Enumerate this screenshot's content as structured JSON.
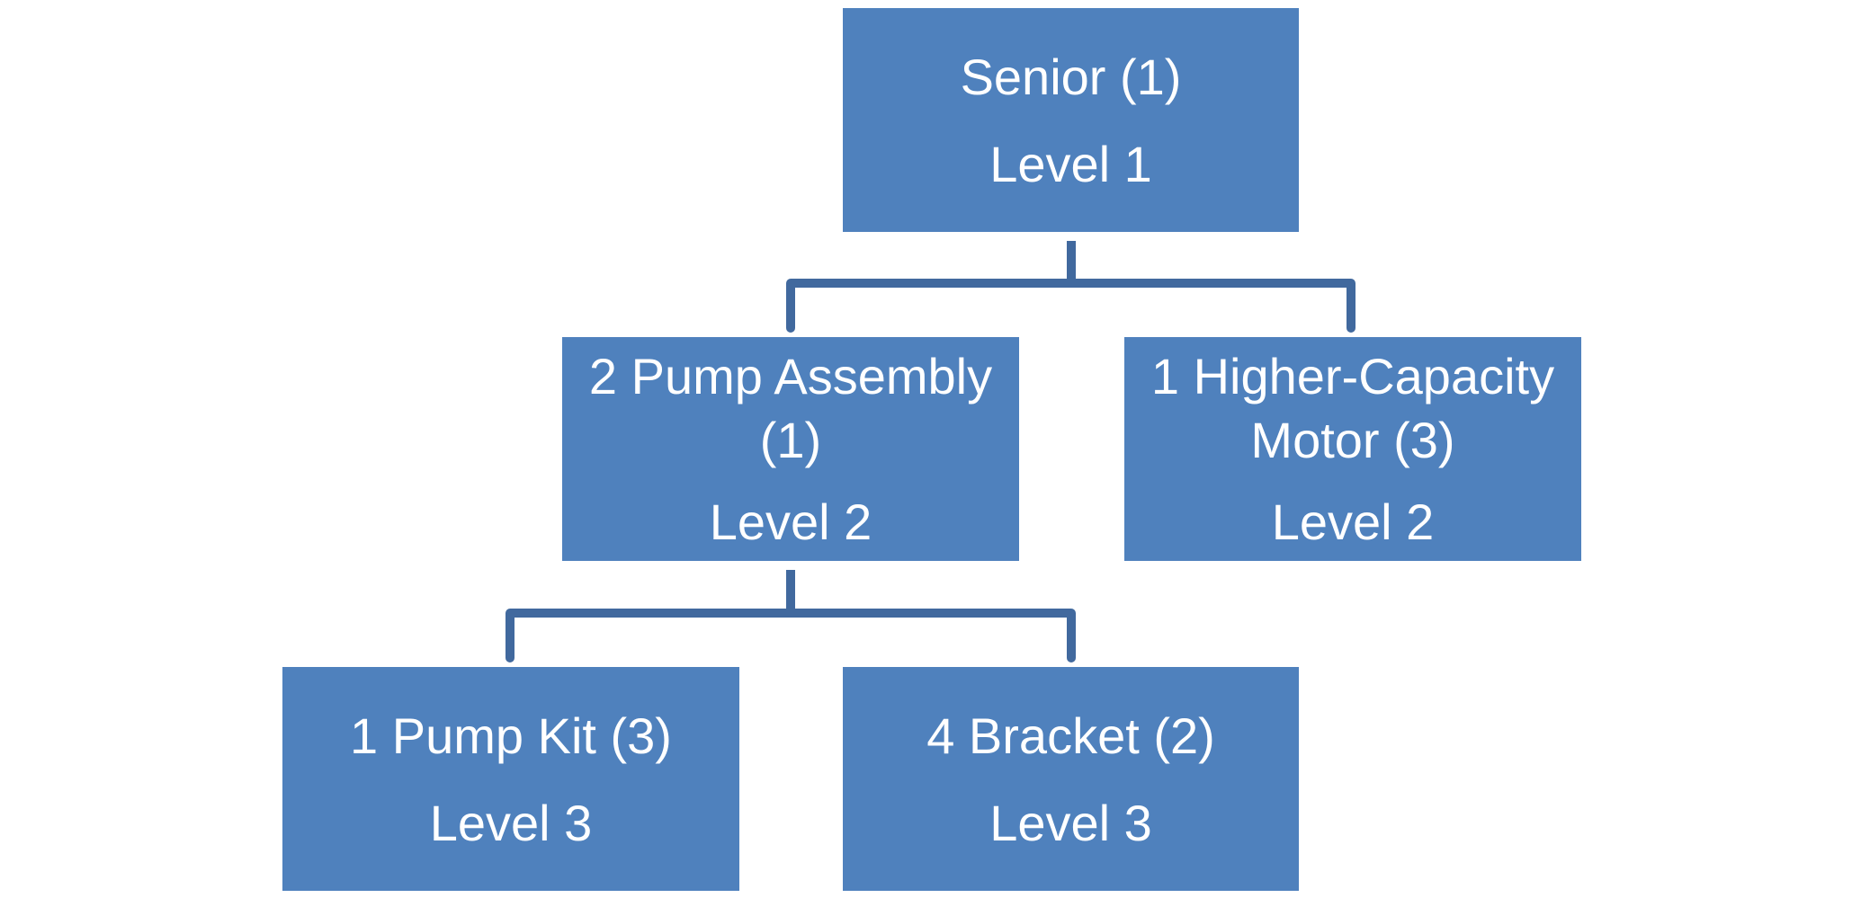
{
  "diagram": {
    "connector_color": "#41699e",
    "node_color": "#4f81bd",
    "nodes": {
      "root": {
        "name": "Senior (1)",
        "level": "Level 1"
      },
      "pump_asm": {
        "name": "2 Pump Assembly (1)",
        "level": "Level 2"
      },
      "motor": {
        "name": "1 Higher-Capacity Motor (3)",
        "level": "Level 2"
      },
      "pump_kit": {
        "name": "1 Pump Kit (3)",
        "level": "Level 3"
      },
      "bracket": {
        "name": "4 Bracket (2)",
        "level": "Level 3"
      }
    }
  }
}
